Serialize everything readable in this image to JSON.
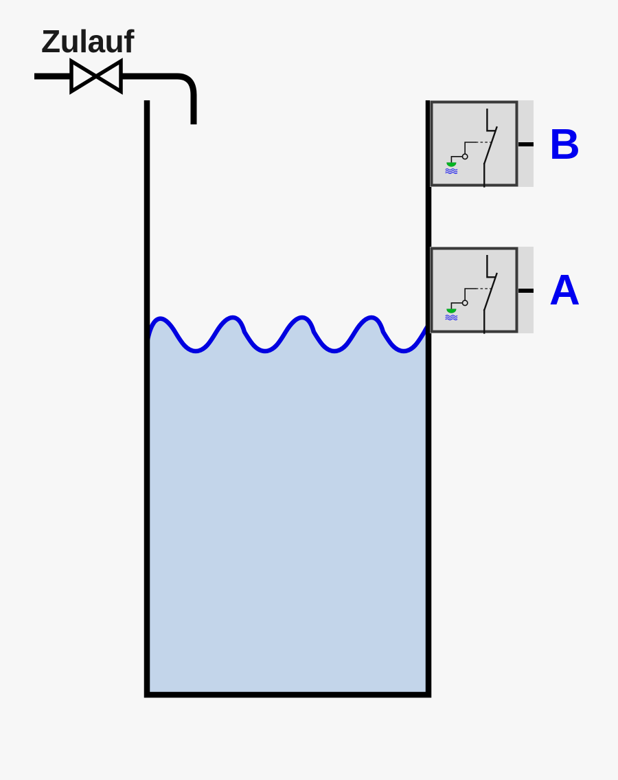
{
  "diagram": {
    "title_label": "Zulauf",
    "description": "Tank level control with two float switches",
    "background_color": "#f7f7f7"
  },
  "inlet": {
    "label": "Zulauf",
    "valve_icon": "valve-bowtie-icon",
    "pipe_icon": "inlet-pipe-icon",
    "line_color": "#000000"
  },
  "tank": {
    "wall_color": "#000000",
    "liquid_color": "#c3d5ea",
    "surface_color": "#0000e0",
    "surface_icon": "wave-surface-icon",
    "wave_count": 5
  },
  "switches": [
    {
      "id": "a",
      "label": "A",
      "label_color": "#0000f0",
      "box_fill": "#dcdcdc",
      "box_border": "#3a3a3a",
      "float_icon": "float-ball-icon",
      "float_color": "#00b521",
      "water_icon": "water-waves-icon",
      "water_color": "#2020ee",
      "contact_icon": "switch-contact-icon",
      "terminal_icon": "terminal-lead-icon"
    },
    {
      "id": "b",
      "label": "B",
      "label_color": "#0000f0",
      "box_fill": "#dcdcdc",
      "box_border": "#3a3a3a",
      "float_icon": "float-ball-icon",
      "float_color": "#00b521",
      "water_icon": "water-waves-icon",
      "water_color": "#2020ee",
      "contact_icon": "switch-contact-icon",
      "terminal_icon": "terminal-lead-icon"
    }
  ]
}
